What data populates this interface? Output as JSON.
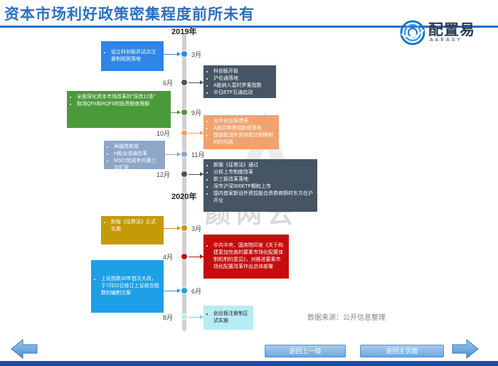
{
  "header": {
    "title": "资本市场利好政策密集程度前所未有"
  },
  "logo": {
    "name": "配置易",
    "subtitle": "AAEASY"
  },
  "watermark": {
    "text": "颜网云"
  },
  "timeline": {
    "years": [
      "2019年",
      "2020年"
    ],
    "events": [
      {
        "month": "3月",
        "color": "#2f86e6",
        "items": [
          "设立科创板并试点注册制规则落地"
        ]
      },
      {
        "month": "6月",
        "color": "#465564",
        "items": [
          "科创板开板",
          "沪伦通落地",
          "A股纳入富时罗素指数",
          "中日ETF互通启动"
        ]
      },
      {
        "month": "9月",
        "color": "#4a9a3a",
        "items": [
          "全面深化资本市场改革的“深改12条”",
          "取消QFII和RQFII的投资额度限额"
        ]
      },
      {
        "month": "10月",
        "color": "#f1a26e",
        "items": [
          "允许创业板借壳",
          "A股并购重组新规落地",
          "提前取消外资持股比例限制的时间表"
        ]
      },
      {
        "month": "11月",
        "color": "#8ea6c7",
        "items": [
          "再融资新规",
          "H股全流通改革",
          "MSCI完成年内第三次扩容"
        ]
      },
      {
        "month": "12月",
        "color": "#465564",
        "items": [
          "新版《证券法》通过",
          "分拆上市制度改革",
          "新三板改革落地",
          "深市沪深300ETF期权上市",
          "国内首家新设外资控股合资券商野村东方在沪开业"
        ]
      },
      {
        "month": "3月",
        "color": "#c49a08",
        "items": [
          "新版《证券法》正式实施"
        ]
      },
      {
        "month": "4月",
        "color": "#c40d0d",
        "items": [
          "中共中央、国务院印发《关于构建更加完善的要素市场化配置体制机制的意见》，对推进要素市场化配置改革作出总体部署"
        ]
      },
      {
        "month": "6月",
        "color": "#1ea0e6",
        "items": [
          "上证指数30年首次大改，于7月22日修订上证综合指数的编制方案"
        ]
      },
      {
        "month": "8月",
        "color": "#b8ecf4",
        "items": [
          "创业板注册制正式实施"
        ]
      }
    ]
  },
  "source": {
    "label": "数据来源：公开信息整理"
  },
  "nav": {
    "prev": "返回上一级",
    "home": "返回主页面"
  },
  "colors": {
    "title": "#2a6fc0",
    "nav_bar": "#1a4fa0",
    "axis": "#d0d0d0"
  }
}
